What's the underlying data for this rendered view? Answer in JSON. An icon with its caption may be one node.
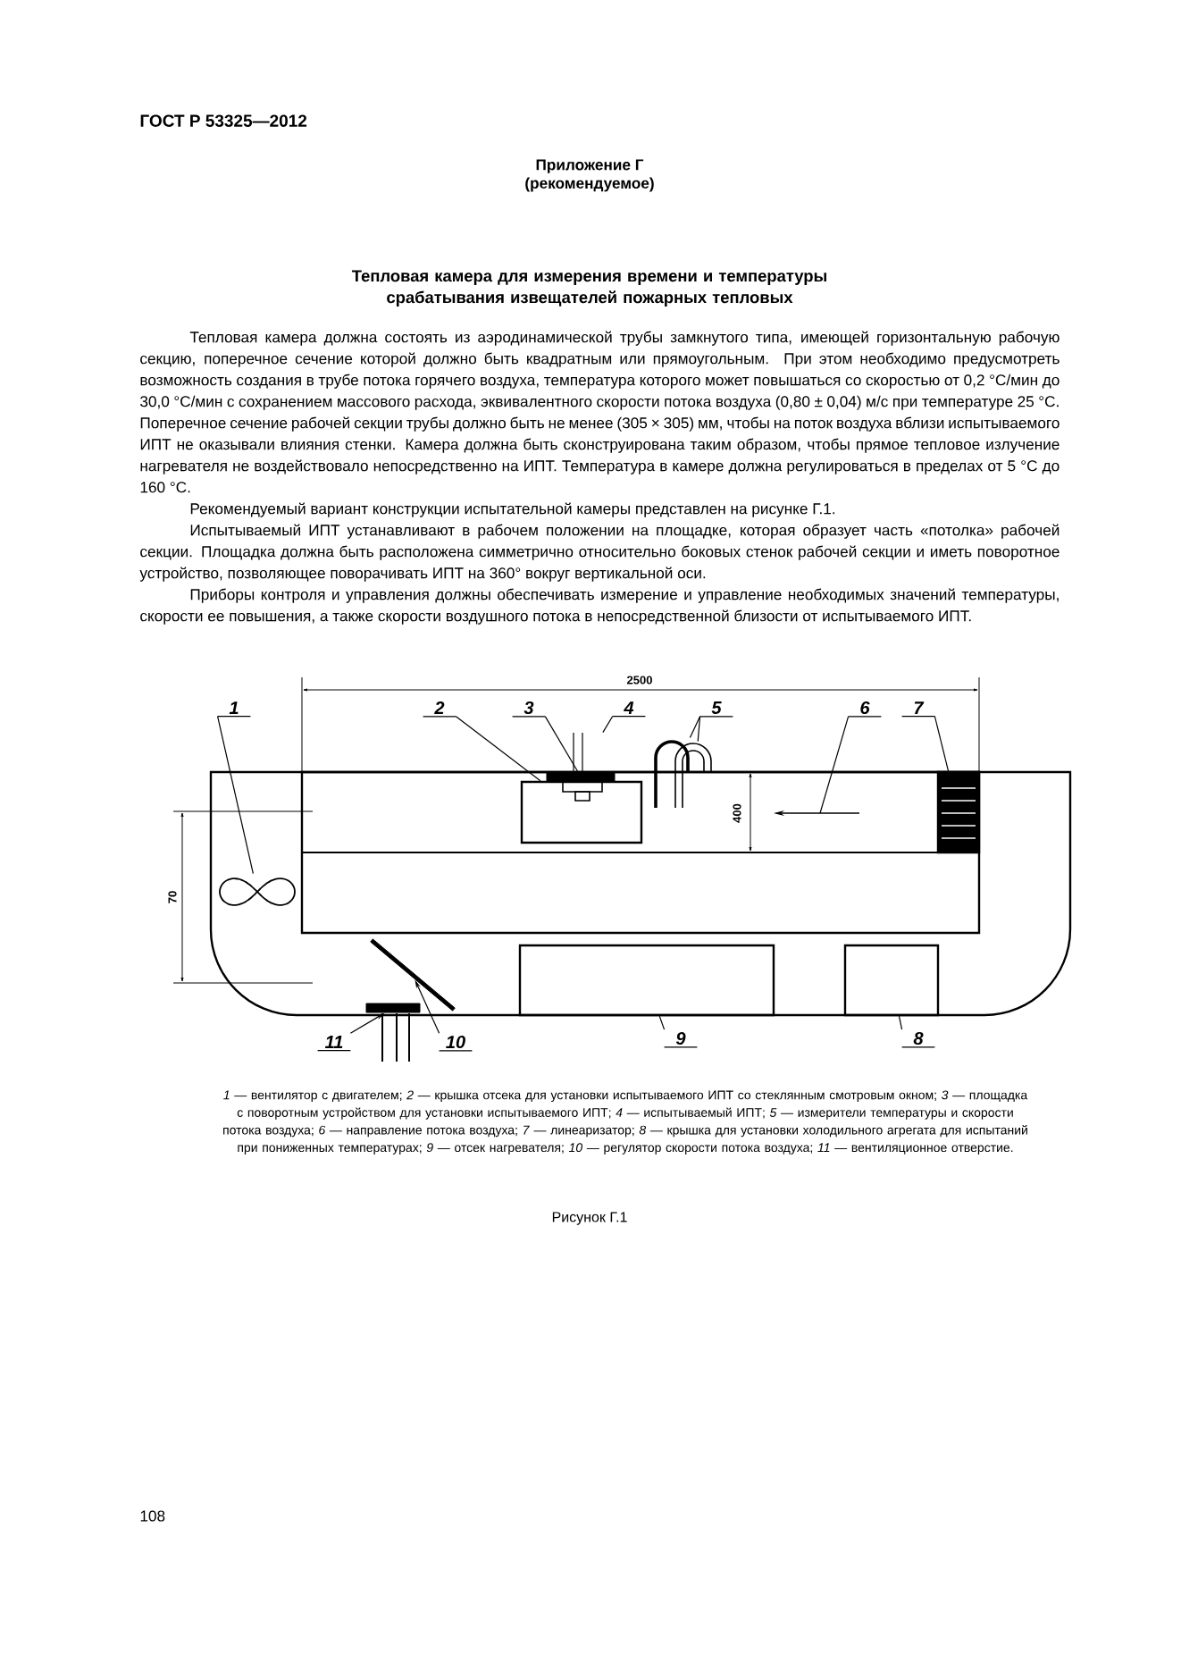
{
  "diagram": {
    "title": "Тепловая камера для измерения времени и температуры срабатывания извещателей пожарных тепловых",
    "caption": "Рисунок Г.1",
    "nodes": [
      {
        "text": [
          "1"
        ]
      },
      {
        "text": [
          "2"
        ]
      },
      {
        "text": [
          "3"
        ]
      },
      {
        "text": [
          "4"
        ]
      },
      {
        "text": [
          "5"
        ]
      },
      {
        "text": [
          "6"
        ]
      },
      {
        "text": [
          "7"
        ]
      },
      {
        "text": [
          "11"
        ]
      },
      {
        "text": [
          "10"
        ]
      },
      {
        "text": [
          "9"
        ]
      },
      {
        "text": [
          "8"
        ]
      },
      {
        "text": [],
        "shape": "picture"
      },
      {
        "text": [],
        "shape": "box"
      },
      {
        "text": [],
        "shape": "bar"
      },
      {
        "text": [],
        "shape": "picture"
      },
      {
        "text": [],
        "shape": "picture"
      },
      {
        "text": [],
        "shape": "picture"
      },
      {
        "text": [],
        "shape": "box"
      },
      {
        "text": [],
        "shape": "bar"
      },
      {
        "text": [],
        "shape": "bar"
      },
      {
        "text": [],
        "shape": "box"
      },
      {
        "text": [],
        "shape": "box"
      }
    ],
    "edges": [
      {
        "from": 0,
        "to": 11,
        "arrow": "none"
      },
      {
        "from": 1,
        "to": 12,
        "arrow": "none"
      },
      {
        "from": 2,
        "to": 13,
        "arrow": "none"
      },
      {
        "from": 3,
        "to": 14,
        "arrow": "none"
      },
      {
        "from": 4,
        "to": 15,
        "arrow": "none"
      },
      {
        "from": 4,
        "to": 16,
        "arrow": "none"
      },
      {
        "from": 5,
        "to": null,
        "arrow": "none"
      },
      {
        "from": 6,
        "to": 17,
        "arrow": "none"
      },
      {
        "from": 7,
        "to": 18,
        "arrow": "to"
      },
      {
        "from": 8,
        "to": 19,
        "arrow": "to"
      },
      {
        "from": 9,
        "to": 20,
        "arrow": "none"
      },
      {
        "from": 10,
        "to": 21,
        "arrow": "none"
      }
    ],
    "labels": [
      "ГОСТ Р 53325—2012",
      "Приложение Г",
      "(рекомендуемое)",
      "Тепловая камера должна состоять из аэродинамической трубы замкнутого типа, имеющей горизонтальную рабочую секцию, поперечное сечение которой должно быть квадратным или прямоугольным. При этом необходимо предусмотреть возможность создания в трубе потока горячего воздуха, температура которого может повышаться со скоростью от 0,2 °С/мин до 30,0 °С/мин с сохранением массового расхода, эквивалентного скорости потока воздуха (0,80 ± 0,04) м/с при температуре 25 °С. Поперечное сечение рабочей секции трубы должно быть не менее (305 × 305) мм, чтобы на поток воздуха вблизи испытываемого ИПТ не оказывали влияния стенки. Камера должна быть сконструирована таким образом, чтобы прямое тепловое излучение нагревателя не воздействовало непосредственно на ИПТ. Температура в камере должна регулироваться в пределах от 5 °С до 160 °С.",
      "Рекомендуемый вариант конструкции испытательной камеры представлен на рисунке Г.1.",
      "Испытываемый ИПТ устанавливают в рабочем положении на площадке, которая образует часть «потолка» рабочей секции. Площадка должна быть расположена симметрично относительно боковых стенок рабочей секции и иметь поворотное устройство, позволяющее поворачивать ИПТ на 360° вокруг вертикальной оси.",
      "Приборы контроля и управления должны обеспечивать измерение и управление необходимых значений температуры, скорости ее повышения, а также скорости воздушного потока в непосредственной близости от испытываемого ИПТ.",
      "2500",
      "400",
      "70",
      "*1* — вентилятор с двигателем; *2* — крышка отсека для установки испытываемого ИПТ со стеклянным смотровым окном; *3* — площадка с поворотным устройством для установки испытываемого ИПТ; *4* — испытываемый ИПТ; *5* — измерители температуры и скорости потока воздуха; *6* — направление потока воздуха; *7* — линеаризатор; *8* — крышка для установки холодильного агрегата для испытаний при пониженных температурах; *9* — отсек нагревателя; *10* — регулятор скорости потока воздуха; *11* — вентиляционное отверстие.",
      "108"
    ]
  }
}
